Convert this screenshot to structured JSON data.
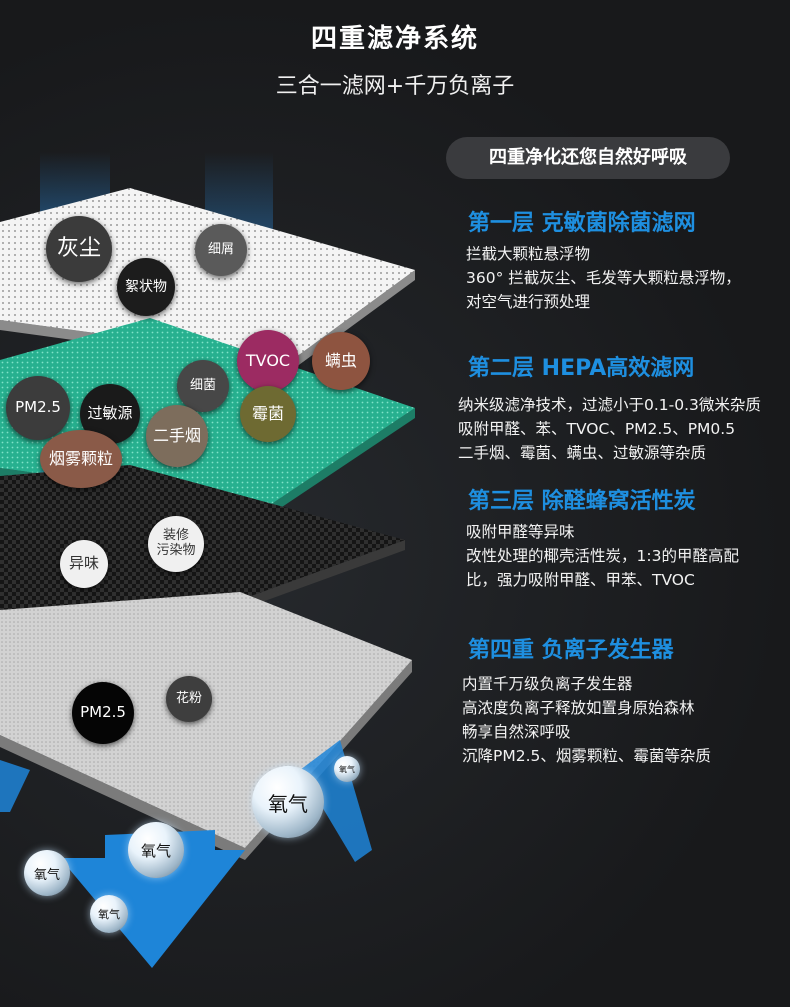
{
  "header": {
    "title": "四重滤净系统",
    "subtitle": "三合一滤网+千万负离子"
  },
  "pill": "四重净化还您自然好呼吸",
  "layers": [
    {
      "heading": "第一层  克敏菌除菌滤网",
      "lines": [
        "拦截大颗粒悬浮物",
        "360°  拦截灰尘、毛发等大颗粒悬浮物，",
        "对空气进行预处理"
      ]
    },
    {
      "heading": "第二层  HEPA高效滤网",
      "lines": [
        "纳米级滤净技术，过滤小于0.1-0.3微米杂质",
        "吸附甲醛、苯、TVOC、PM2.5、PM0.5",
        "二手烟、霉菌、螨虫、过敏源等杂质"
      ]
    },
    {
      "heading": "第三层  除醛蜂窝活性炭",
      "lines": [
        "吸附甲醛等异味",
        "改性处理的椰壳活性炭，1:3的甲醛高配",
        "比，强力吸附甲醛、甲苯、TVOC"
      ]
    },
    {
      "heading": "第四重  负离子发生器",
      "lines": [
        "内置千万级负离子发生器",
        "高浓度负离子释放如置身原始森林",
        "畅享自然深呼吸",
        "沉降PM2.5、烟雾颗粒、霉菌等杂质"
      ]
    }
  ],
  "pollutants": {
    "dust": "灰尘",
    "lint": "絮状物",
    "debris": "细屑",
    "tvoc": "TVOC",
    "mite": "螨虫",
    "pm25_a": "PM2.5",
    "allergen": "过敏源",
    "bacteria": "细菌",
    "mold": "霉菌",
    "smoke": "二手烟",
    "fumes": "烟雾颗粒",
    "odor": "异味",
    "decor_1": "装修",
    "decor_2": "污染物",
    "pm25_b": "PM2.5",
    "pollen": "花粉"
  },
  "oxygen": {
    "label": "氧气"
  },
  "colors": {
    "accent": "#1e8fe0",
    "hepa": "#2fb89a",
    "tvoc": "#9c2b62",
    "background": "#1a1b1d"
  }
}
